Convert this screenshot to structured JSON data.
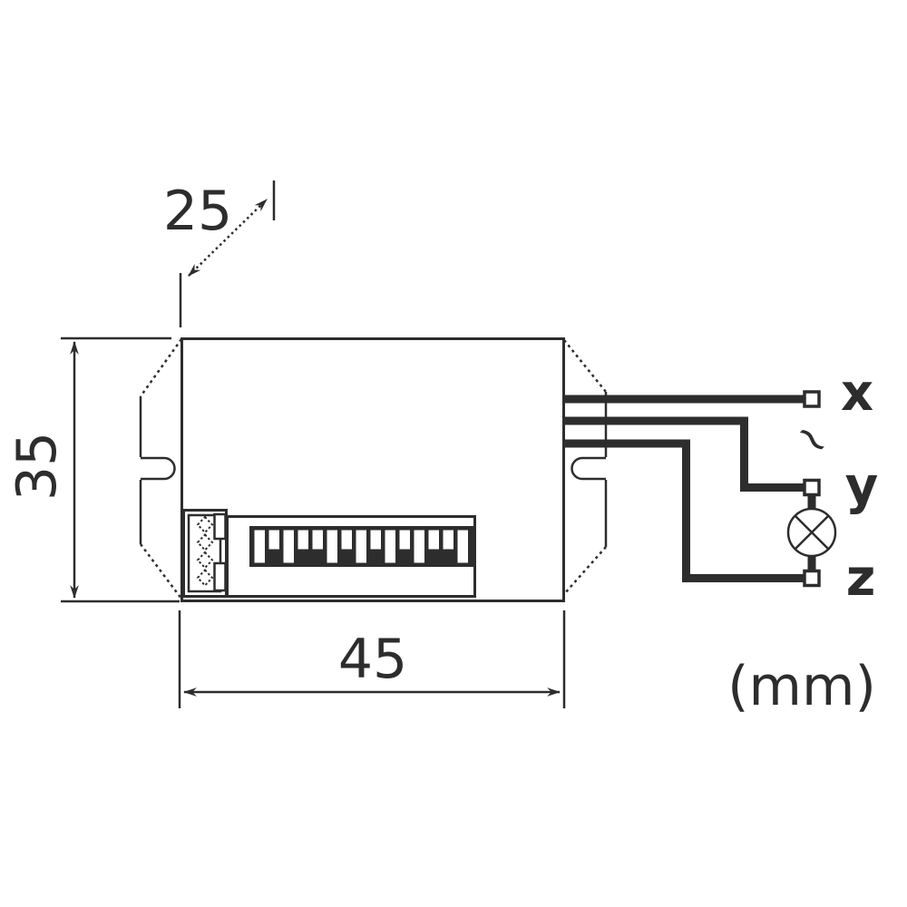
{
  "dimensions": {
    "depth_mm": "25",
    "height_mm": "35",
    "width_mm": "45",
    "units": "(mm)"
  },
  "terminals": {
    "x_label": "x",
    "y_label": "y",
    "z_label": "z"
  },
  "symbols": {
    "ac_wave": "~"
  },
  "device": {
    "terminal_block": {
      "screw_count": 4
    },
    "dip_switch": {
      "positions": [
        "down",
        "up",
        "down",
        "up",
        "up",
        "down",
        "up",
        "down",
        "up",
        "down",
        "up",
        "down",
        "up",
        "up",
        "down"
      ]
    }
  },
  "colors": {
    "line": "#2d2d2d",
    "background": "#ffffff"
  }
}
